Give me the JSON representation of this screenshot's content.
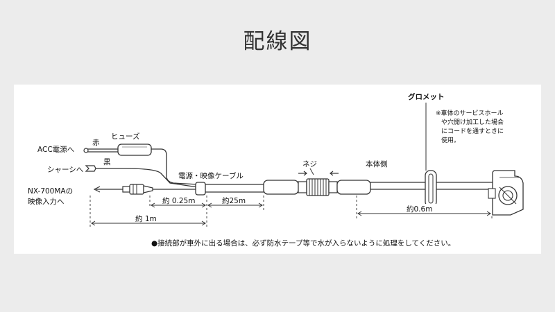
{
  "title": "配線図",
  "labels": {
    "acc": "ACC電源へ",
    "red": "赤",
    "fuse": "ヒューズ",
    "chassis": "シャーシへ",
    "black": "黒",
    "nx_line1": "NX-700MAの",
    "nx_line2": "映像入力へ",
    "cable": "電源・映像ケーブル",
    "screw": "ネジ",
    "body_side": "本体側",
    "grommet": "グロメット",
    "note1": "※車体のサービスホール",
    "note2": "や穴開け加工した場合",
    "note3": "にコードを通すときに",
    "note4": "使用。",
    "dim_1m": "約 1m",
    "dim_025m": "約 0.25m",
    "dim_25m": "約25m",
    "dim_06m": "約0.6m",
    "warning": "●接続部が車外に出る場合は、必ず防水テープ等で水が入らないように処理をしてください。"
  }
}
